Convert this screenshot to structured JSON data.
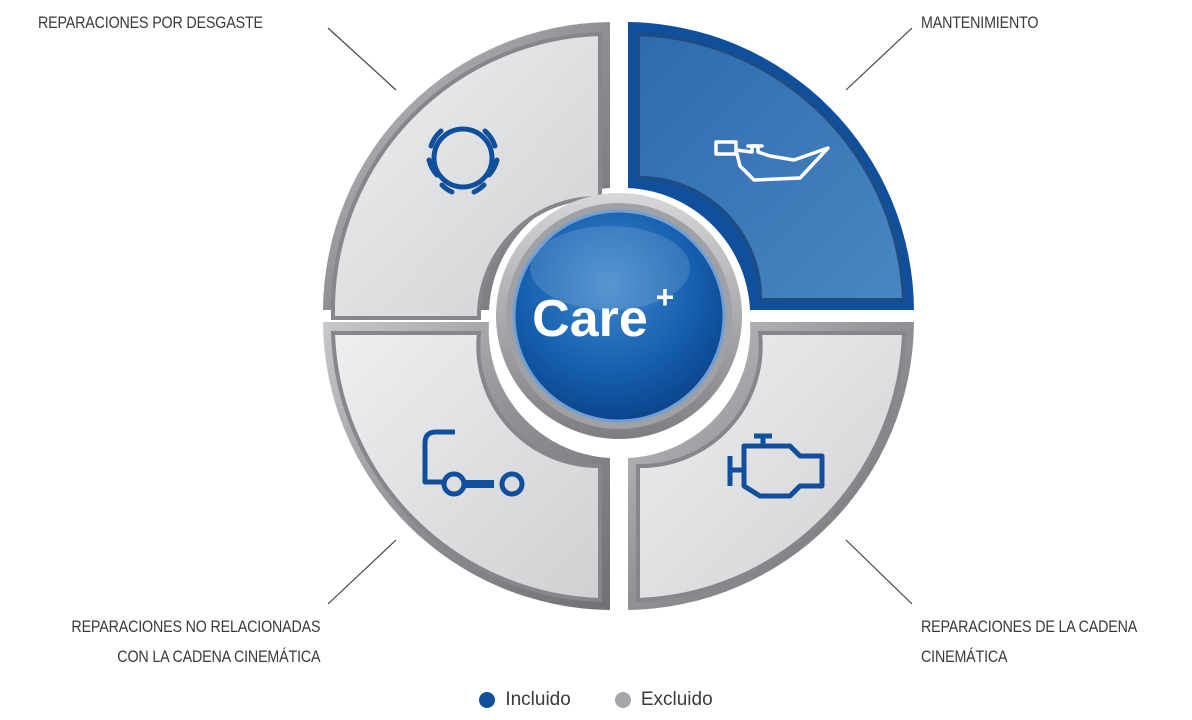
{
  "segments": {
    "top_left": {
      "label": "REPARACIONES POR DESGASTE",
      "state": "excluded",
      "icon": "brake-disc-icon"
    },
    "top_right": {
      "label": "MANTENIMIENTO",
      "state": "included",
      "icon": "oil-can-icon"
    },
    "bottom_left": {
      "label_line1": "REPARACIONES NO RELACIONADAS",
      "label_line2": "CON LA CADENA CINEMÁTICA",
      "state": "excluded",
      "icon": "truck-chassis-icon"
    },
    "bottom_right": {
      "label_line1": "REPARACIONES DE LA CADENA",
      "label_line2": "CINEMÁTICA",
      "state": "excluded",
      "icon": "engine-icon"
    }
  },
  "center": {
    "brand": "Care",
    "superscript": "+"
  },
  "legend": [
    {
      "label": "Incluido",
      "color": "#10509a"
    },
    {
      "label": "Excluido",
      "color": "#a5a7aa"
    }
  ],
  "colors": {
    "included": "#3f7ab8",
    "excluded": "#d9dadc",
    "icon": "#0f4f9c",
    "rim": "#8a8c8f"
  }
}
